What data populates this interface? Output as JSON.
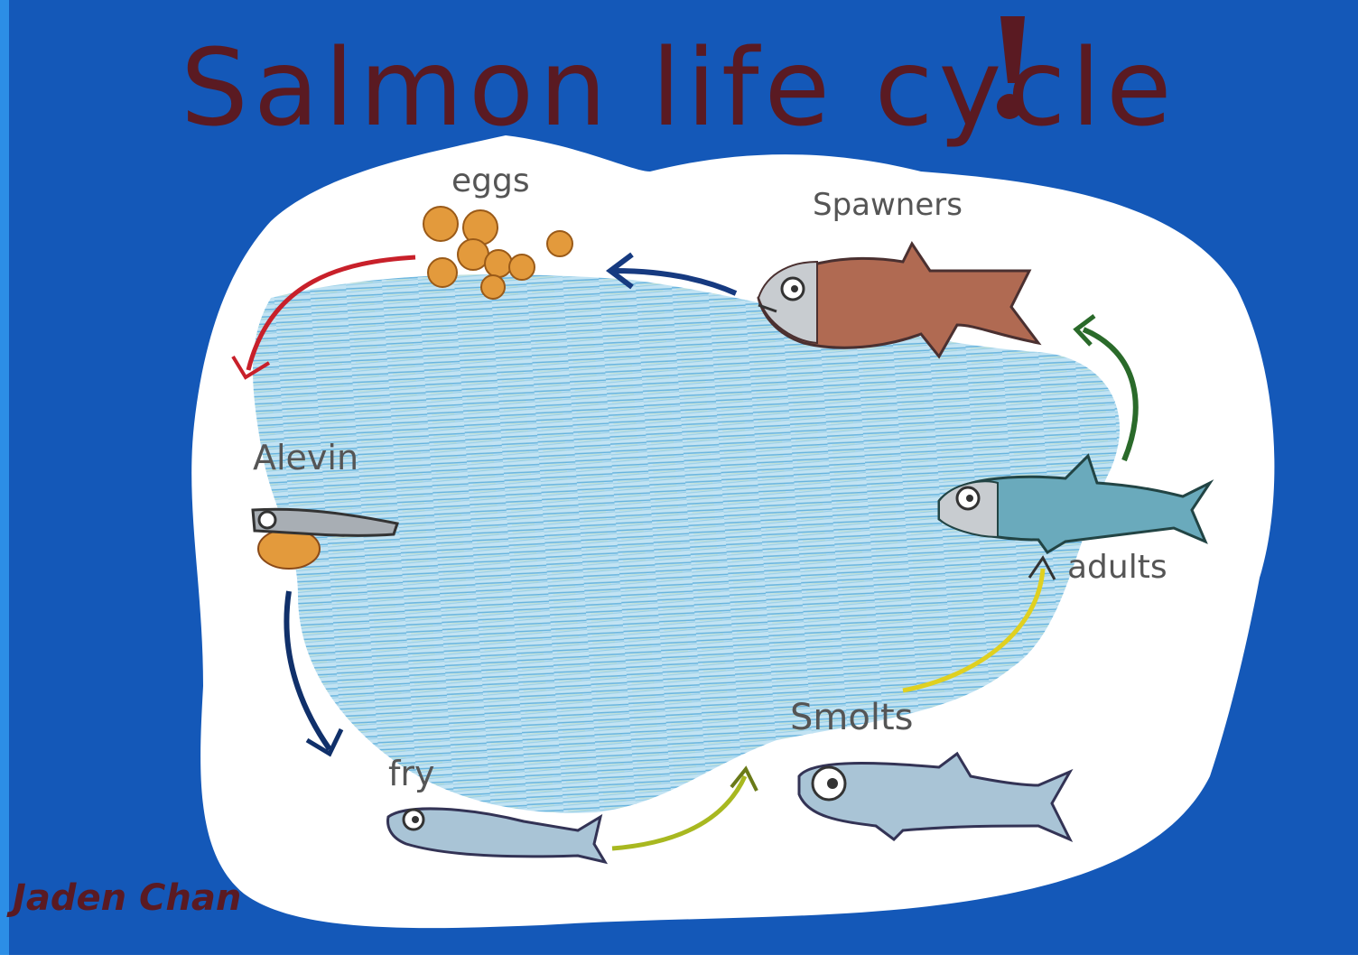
{
  "title": "Salmon life cycle",
  "author": "Jaden Chan",
  "stages": [
    {
      "id": "eggs",
      "label": "eggs"
    },
    {
      "id": "alevin",
      "label": "Alevin"
    },
    {
      "id": "fry",
      "label": "fry"
    },
    {
      "id": "smolts",
      "label": "Smolts"
    },
    {
      "id": "adults",
      "label": "adults"
    },
    {
      "id": "spawners",
      "label": "Spawners"
    }
  ],
  "colors": {
    "background": "#1458b8",
    "paper": "#ffffff",
    "water": "#8ccbe6",
    "title_ink": "#5a1a22",
    "egg": "#e39a3c",
    "spawner_body": "#b06a52",
    "arrow_red": "#c8202a",
    "arrow_navy": "#10306a",
    "arrow_yellow_green": "#a8b820",
    "arrow_yellow": "#e0d020",
    "arrow_green": "#2a6a2a",
    "arrow_blue": "#163a80"
  }
}
